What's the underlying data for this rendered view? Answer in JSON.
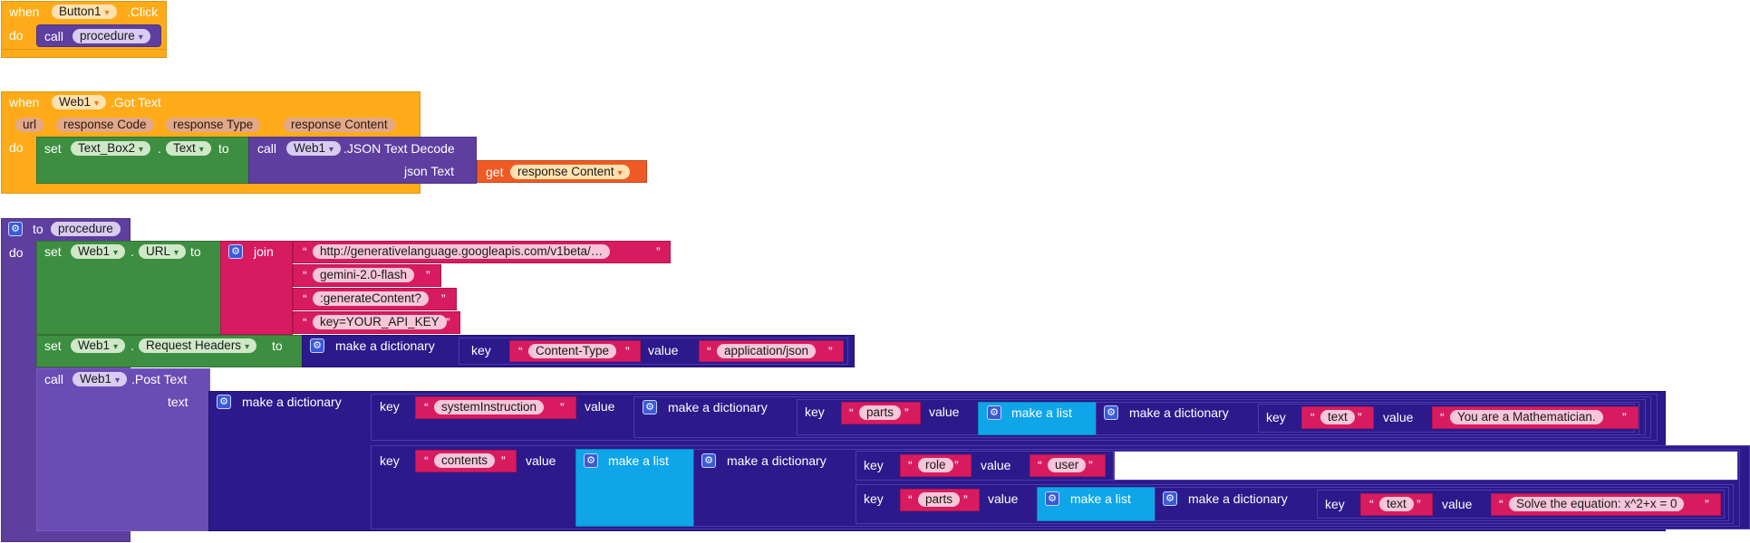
{
  "event_click": {
    "when": "when",
    "component": "Button1",
    "event": ".Click",
    "do": "do",
    "call": "call",
    "procedure": "procedure"
  },
  "event_gottext": {
    "when": "when",
    "component": "Web1",
    "event": ".Got Text",
    "params": [
      "url",
      "response Code",
      "response Type",
      "response Content"
    ],
    "do": "do",
    "set": "set",
    "target": "Text_Box2",
    "dot": ".",
    "property": "Text",
    "to": "to",
    "call": "call",
    "decode_component": "Web1",
    "decode_method": ".JSON Text Decode",
    "json_text_label": "json Text",
    "get": "get",
    "get_var": "response Content"
  },
  "procedure_def": {
    "to": "to",
    "name": "procedure",
    "do": "do",
    "set_url": {
      "set": "set",
      "component": "Web1",
      "dot": ".",
      "property": "URL",
      "to": "to",
      "join": "join",
      "strings": [
        "http://generativelanguage.googleapis.com/v1beta/…",
        "gemini-2.0-flash",
        ":generateContent?",
        "key=YOUR_API_KEY"
      ]
    },
    "set_headers": {
      "set": "set",
      "component": "Web1",
      "dot": ".",
      "property": "Request Headers",
      "to": "to",
      "make_dict": "make a dictionary",
      "key": "key",
      "key_str": "Content-Type",
      "value": "value",
      "value_str": "application/json"
    },
    "post": {
      "call": "call",
      "component": "Web1",
      "method": ".Post Text",
      "text_label": "text",
      "make_dict": "make a dictionary",
      "key": "key",
      "value": "value",
      "make_list": "make a list",
      "sys_key": "systemInstruction",
      "parts": "parts",
      "text": "text",
      "sys_text": "You are a Mathematician.",
      "contents": "contents",
      "role": "role",
      "user": "user",
      "question": "Solve the equation: x^2+x = 0"
    }
  },
  "colors": {
    "event": "#FFAB19",
    "procedure": "#5E3FA0",
    "setter": "#3E8E41",
    "text": "#D81B60",
    "dictionary": "#2C1A8C",
    "list": "#0EA5E9",
    "getter": "#EF5A24"
  },
  "icons": {
    "mutator": "gear-icon",
    "dropdown": "dropdown-arrow-icon",
    "quote_open": "“",
    "quote_close": "”",
    "arrow": "▾"
  }
}
